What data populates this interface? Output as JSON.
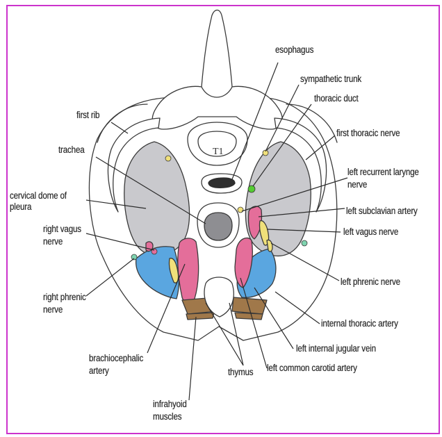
{
  "labels": {
    "esophagus": "esophagus",
    "sympathetic_trunk": "sympathetic trunk",
    "thoracic_duct": "thoracic duct",
    "first_rib": "first rib",
    "first_thoracic_nerve": "first thoracic nerve",
    "trachea": "trachea",
    "cervical_dome_line1": "cervical dome of",
    "cervical_dome_line2": "pleura",
    "left_recurrent_line1": "left recurrent larynge",
    "left_recurrent_line2": "nerve",
    "left_subclavian_artery": "left subclavian artery",
    "right_vagus_line1": "right vagus",
    "right_vagus_line2": "nerve",
    "left_vagus_nerve": "left vagus nerve",
    "left_phrenic_nerve": "left phrenic nerve",
    "right_phrenic_line1": "right phrenic",
    "right_phrenic_line2": "nerve",
    "internal_thoracic_artery": "internal thoracic artery",
    "left_internal_jugular_vein": "left internal jugular vein",
    "brachiocephalic_line1": "brachiocephalic",
    "brachiocephalic_line2": "artery",
    "thymus": "thymus",
    "left_common_carotid_artery": "left common carotid artery",
    "infrahyoid_line1": "infrahyoid",
    "infrahyoid_line2": "muscles",
    "vertebra_mark": "T1"
  },
  "colors": {
    "frame": "#cc33cc",
    "pleura": "#c9c9cd",
    "vein": "#5aa6e0",
    "artery": "#e46e9a",
    "nerve": "#f0e07a",
    "muscle": "#a0784a",
    "duct": "#55cc33",
    "outline": "#3a3a3a"
  }
}
